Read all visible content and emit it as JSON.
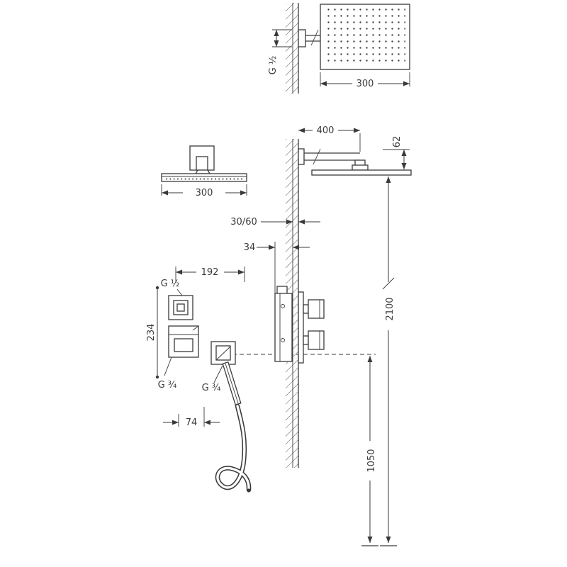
{
  "colors": {
    "line": "#3a3a3a",
    "background": "#ffffff"
  },
  "labels": {
    "thread_top": "G ½",
    "thread_mixer": "G ½",
    "thread_spout": "G ¾",
    "thread_handshower": "G ¾"
  },
  "dimensions": {
    "head_width_top": "300",
    "head_width_left": "300",
    "arm_length": "400",
    "arm_drop": "62",
    "wall_depth": "30/60",
    "body_depth": "34",
    "body_width": "192",
    "body_height": "234",
    "handshower_offset": "74",
    "head_height": "2100",
    "mixer_height": "1050"
  }
}
